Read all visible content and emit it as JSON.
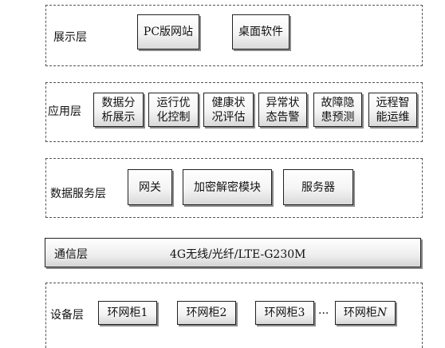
{
  "presentation": {
    "label": "展示层",
    "items": [
      "PC版网站",
      "桌面软件"
    ]
  },
  "application": {
    "label": "应用层",
    "items": [
      "数据分\n析展示",
      "运行优\n化控制",
      "健康状\n况评估",
      "异常状\n态告警",
      "故障隐\n患预测",
      "远程智\n能运维"
    ]
  },
  "data_service": {
    "label": "数据服务层",
    "items": [
      "网关",
      "加密解密模块",
      "服务器"
    ]
  },
  "communication": {
    "label": "通信层",
    "text": "4G无线/光纤/LTE-G230M"
  },
  "device": {
    "label": "设备层",
    "items": [
      "环网柜1",
      "环网柜2",
      "环网柜3"
    ],
    "ellipsis": "···",
    "last_prefix": "环网柜",
    "last_italic": "N"
  }
}
